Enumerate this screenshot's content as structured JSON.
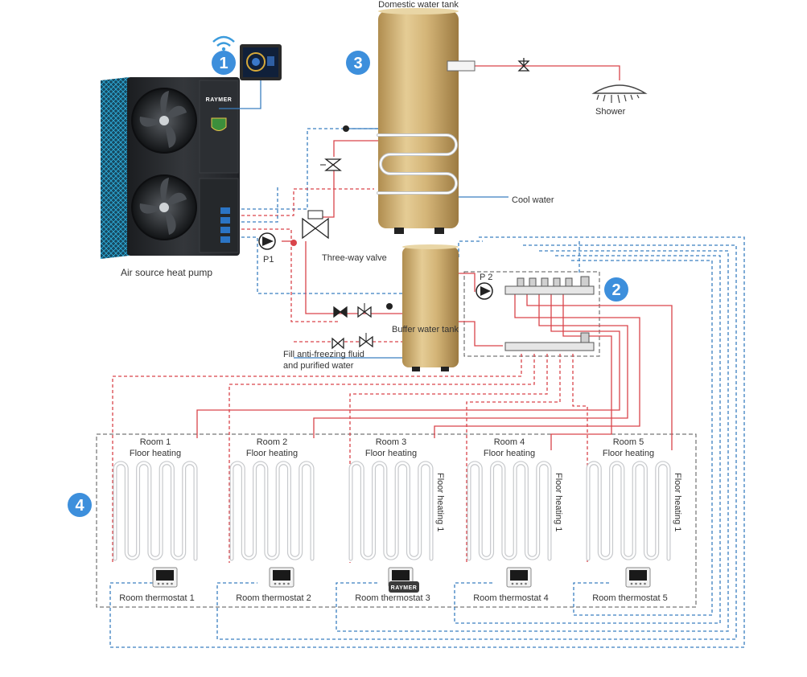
{
  "labels": {
    "domestic_tank": "Domestic water tank",
    "shower": "Shower",
    "cool_water": "Cool water",
    "three_way_valve": "Three-way valve",
    "heat_pump": "Air source heat pump",
    "pump_p1": "P1",
    "pump_p2": "P 2",
    "buffer_tank": "Buffer water tank",
    "fill_line1": "Fill anti-freezing fluid",
    "fill_line2": "and purified water",
    "brand": "RAYMER"
  },
  "badges": [
    "1",
    "2",
    "3",
    "4"
  ],
  "rooms": [
    {
      "title": "Room 1",
      "sub": "Floor heating",
      "side": "",
      "thermostat": "Room thermostat 1"
    },
    {
      "title": "Room 2",
      "sub": "Floor heating",
      "side": "",
      "thermostat": "Room thermostat 2"
    },
    {
      "title": "Room 3",
      "sub": "Floor heating",
      "side": "Floor heating 1",
      "thermostat": "Room thermostat 3"
    },
    {
      "title": "Room 4",
      "sub": "Floor heating",
      "side": "Floor heating 1",
      "thermostat": "Room thermostat 4"
    },
    {
      "title": "Room 5",
      "sub": "Floor heating",
      "side": "Floor heating 1",
      "thermostat": "Room thermostat 5"
    }
  ],
  "colors": {
    "hot_pipe": "#d9444a",
    "cold_pipe": "#3b7fc0",
    "badge": "#3d8fdc",
    "tank_gold": "#c9a96b",
    "heat_pump_body": "#2a2d31",
    "heat_pump_accent": "#1f9fd4"
  }
}
